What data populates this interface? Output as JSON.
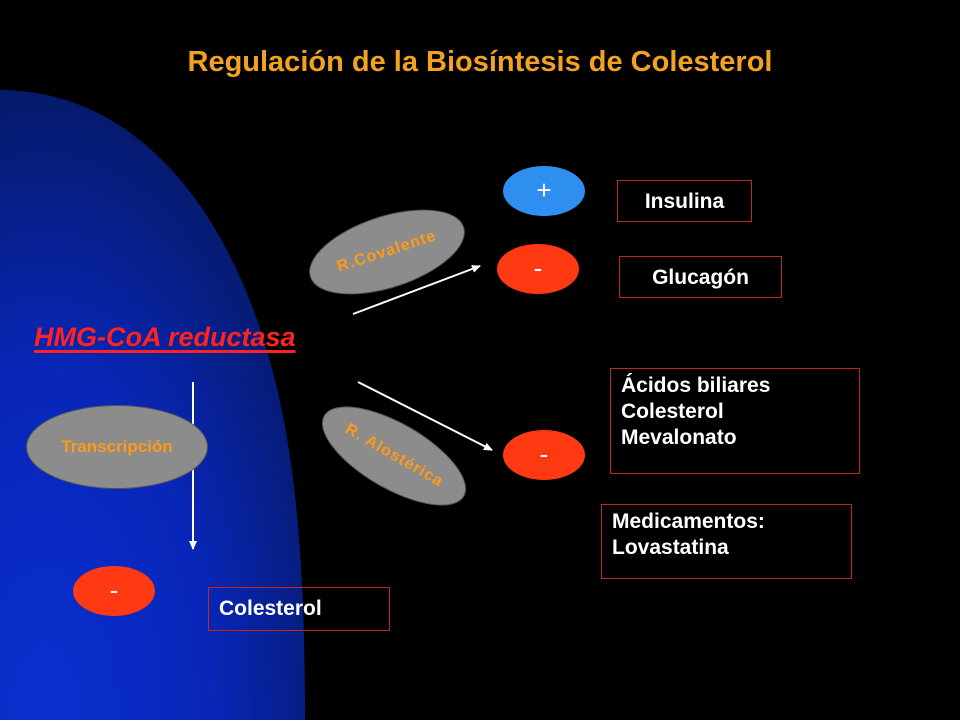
{
  "title": "Regulación de la Biosíntesis de Colesterol",
  "enzyme": "HMG-CoA reductasa",
  "regulation": {
    "covalent": "R.Covalente",
    "allosteric": "R. Alostérica",
    "transcription": "Transcripción"
  },
  "signs": {
    "insulin_sign": "+",
    "glucagon_sign": "-",
    "allosteric_sign": "-",
    "transcription_sign": "-"
  },
  "boxes": {
    "insulina": "Insulina",
    "glucagon": "Glucagón",
    "allosteric_lines": [
      "Ácidos biliares",
      "Colesterol",
      "Mevalonato"
    ],
    "drug_lines": [
      "Medicamentos:",
      "Lovastatina"
    ],
    "colesterol": "Colesterol"
  },
  "colors": {
    "title": "#f2a21e",
    "enzyme": "#ff2222",
    "positive_sign": "#2f8ff0",
    "negative_sign": "#ff3a12",
    "box_border": "#c0281f",
    "background_blue": "#0a2fd0"
  }
}
